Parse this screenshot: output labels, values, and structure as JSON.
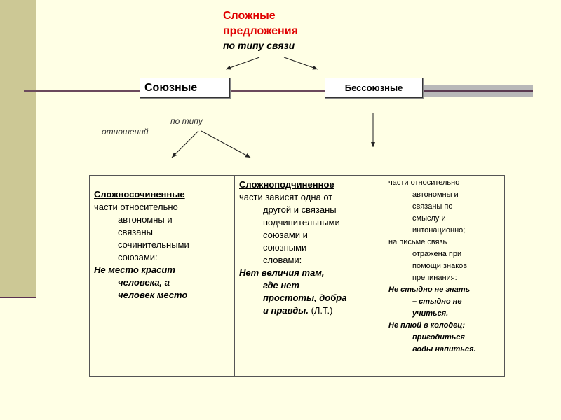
{
  "title": [
    "Сложные",
    "предложения"
  ],
  "subtitle": "по типу связи",
  "boxes": {
    "left": "Союзные",
    "right": "Бессоюзные"
  },
  "relation_label": [
    "по типу",
    "отношений"
  ],
  "table": {
    "col1": {
      "heading": "Сложносочиненные",
      "lines": [
        "части относительно",
        "автономны и",
        "связаны",
        "сочинительными",
        "союзами:"
      ],
      "example": [
        "Не место красит",
        "человека, а",
        "человек место"
      ]
    },
    "col2": {
      "heading": "Сложноподчиненное",
      "lines": [
        "части зависят одна от",
        "другой и связаны",
        "подчинительными",
        "союзами и",
        "союзными",
        "словами:"
      ],
      "example": [
        "Нет величия там,",
        "где нет",
        "простоты, добра",
        "и правды."
      ],
      "author": " (Л.Т.)"
    },
    "col3": {
      "lines1": [
        "части относительно",
        "автономны и",
        "связаны по",
        "смыслу и",
        "интонационно;"
      ],
      "lines2": [
        "на письме связь",
        "отражена при",
        "помощи знаков",
        "препинания:"
      ],
      "example1": [
        "Не стыдно не знать",
        "– стыдно не",
        "учиться."
      ],
      "example2": [
        "Не плюй в колодец:",
        "пригодиться",
        "воды напиться."
      ]
    }
  }
}
